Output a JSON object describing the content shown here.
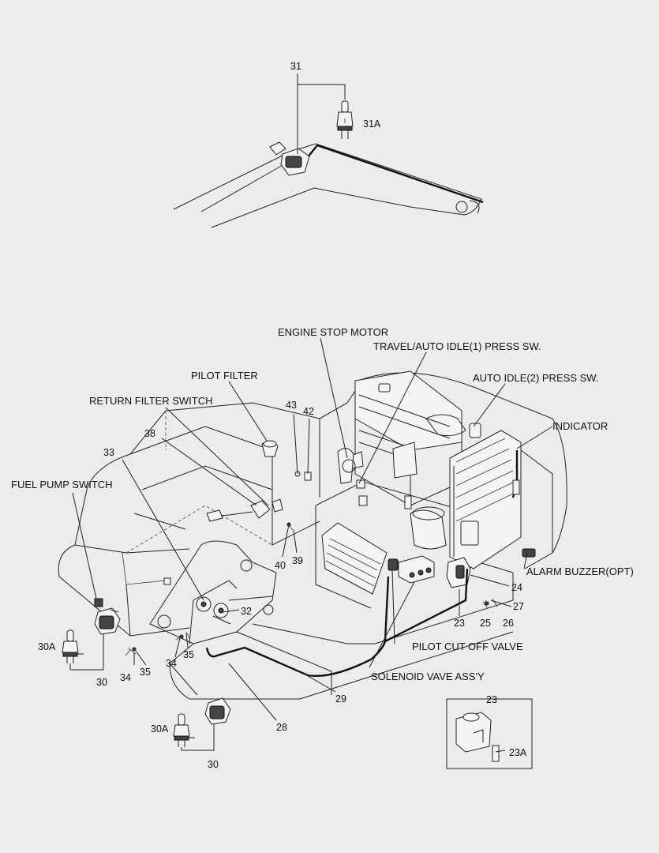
{
  "labels": {
    "engine_stop_motor": "ENGINE STOP MOTOR",
    "travel_auto_idle": "TRAVEL/AUTO IDLE(1) PRESS SW.",
    "auto_idle2": "AUTO IDLE(2) PRESS SW.",
    "pilot_filter": "PILOT FILTER",
    "return_filter_switch": "RETURN FILTER SWITCH",
    "indicator": "INDICATOR",
    "fuel_pump_switch": "FUEL PUMP SWITCH",
    "alarm_buzzer": "ALARM BUZZER(OPT)",
    "pilot_cut_off_valve": "PILOT CUT OFF VALVE",
    "solenoid_valve_assy": "SOLENOID VAVE ASS'Y"
  },
  "part_numbers": {
    "p31": "31",
    "p31a": "31A",
    "p43": "43",
    "p42": "42",
    "p38": "38",
    "p33": "33",
    "p40": "40",
    "p39": "39",
    "p32": "32",
    "p24": "24",
    "p27": "27",
    "p23": "23",
    "p25": "25",
    "p26": "26",
    "p30a_left": "30A",
    "p30_left": "30",
    "p34_a": "34",
    "p35_a": "35",
    "p34_b": "34",
    "p35_b": "35",
    "p29": "29",
    "p28": "28",
    "p30a_bottom": "30A",
    "p30_bottom": "30",
    "p23_inset": "23",
    "p23a": "23A"
  }
}
